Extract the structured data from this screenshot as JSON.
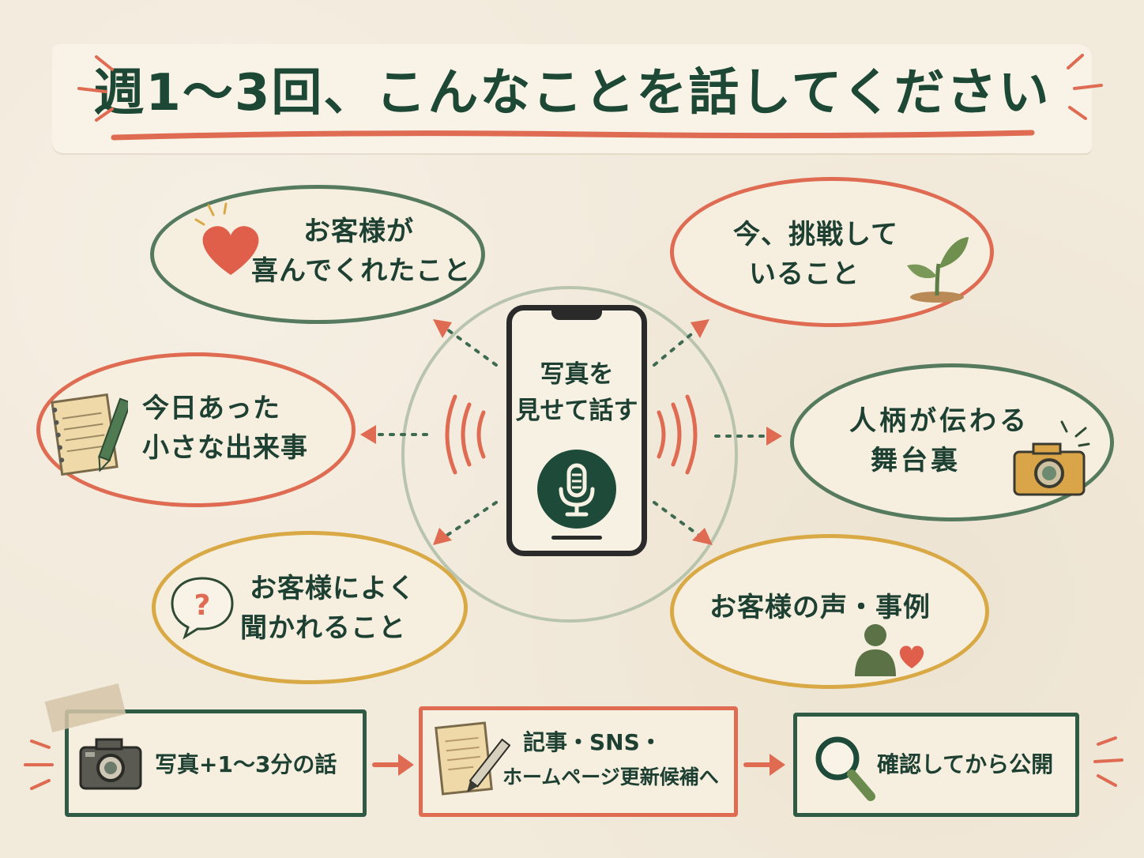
{
  "title": "週1〜3回、こんなことを話してください",
  "center": {
    "line1": "写真を",
    "line2": "見せて話す",
    "icon": "microphone-icon"
  },
  "topics": {
    "top_left": {
      "line1": "お客様が",
      "line2": "喜んでくれたこと",
      "icon": "heart-icon"
    },
    "top_right": {
      "line1": "今、挑戦して",
      "line2": "いること",
      "icon": "sprout-icon"
    },
    "mid_left": {
      "line1": "今日あった",
      "line2": "小さな出来事",
      "icon": "notepad-pencil-icon"
    },
    "mid_right": {
      "line1": "人柄が伝わる",
      "line2": "舞台裏",
      "icon": "camera-icon"
    },
    "bottom_left": {
      "line1": "お客様によく",
      "line2": "聞かれること",
      "icon": "question-bubble-icon"
    },
    "bottom_right": {
      "line1": "お客様の声・事例",
      "icon": "person-heart-icon"
    }
  },
  "flow": {
    "step1": {
      "line1": "写真+1〜3分の話",
      "icon": "camera-icon"
    },
    "step2": {
      "line1": "記事・SNS・",
      "line2": "ホームページ更新候補へ",
      "icon": "document-pencil-icon"
    },
    "step3": {
      "line1": "確認してから公開",
      "icon": "magnifier-icon"
    }
  },
  "colors": {
    "dark_green": "#1e4a3a",
    "green": "#557a5e",
    "red": "#de6b52",
    "yellow": "#d8a944",
    "paper": "#f2eadb"
  }
}
